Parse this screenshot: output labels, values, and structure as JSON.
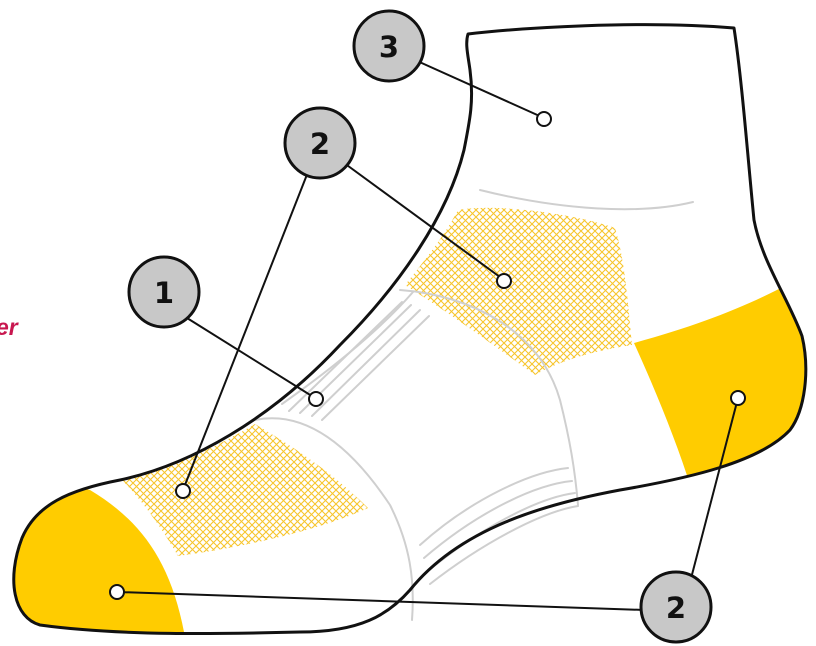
{
  "side_text": "er",
  "callouts": [
    {
      "id": "badge-1",
      "label": "1"
    },
    {
      "id": "badge-2-instep",
      "label": "2"
    },
    {
      "id": "badge-3",
      "label": "3"
    },
    {
      "id": "badge-2-bottom",
      "label": "2"
    }
  ],
  "colors": {
    "accent_yellow": "#ffcc00",
    "mesh_yellow": "#f7c52c",
    "outline": "#111111",
    "seam": "#cfcfcf",
    "badge_fill": "#c8c8c8",
    "side_text": "#c8174f"
  }
}
